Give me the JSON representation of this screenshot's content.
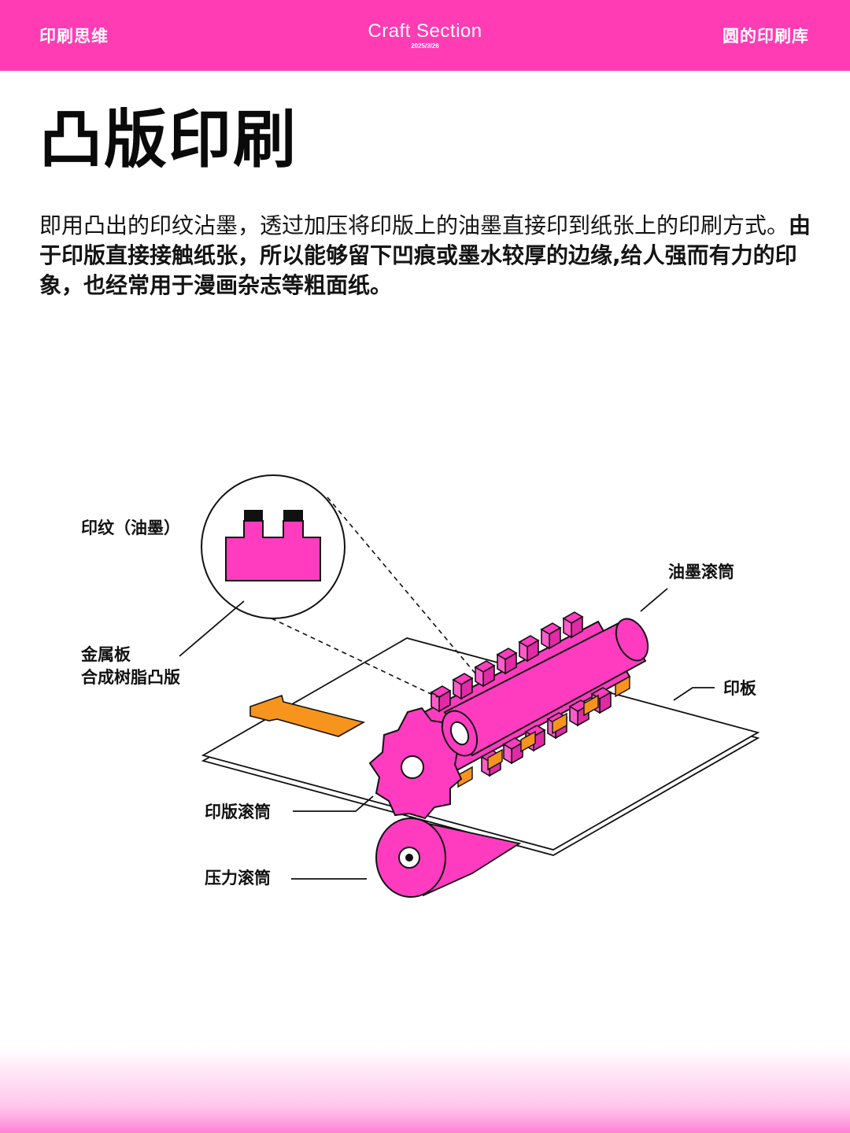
{
  "header": {
    "left_label": "印刷思维",
    "brand": "Craft Section",
    "date": "2025/3/26",
    "right_label": "圆的印刷库"
  },
  "title": "凸版印刷",
  "description": {
    "part1": "即用凸出的印纹沾墨，透过加压将印版上的油墨直接印到纸张上的印刷方式。",
    "part2": "由于印版直接接触纸张，所以能够留下凹痕或墨水较厚的边缘,给人强而有力的印象，也经常用于漫画杂志等粗面纸。"
  },
  "diagram": {
    "labels": {
      "ink_pattern": "印纹（油墨）",
      "metal_plate_line1": "金属板",
      "metal_plate_line2": "合成树脂凸版",
      "ink_roller": "油墨滚筒",
      "printing_plate": "印板",
      "plate_cylinder": "印版滚筒",
      "pressure_cylinder": "压力滚筒"
    },
    "colors": {
      "magenta": "#ff3cc0",
      "orange": "#f7941d",
      "outline": "#111111"
    }
  }
}
